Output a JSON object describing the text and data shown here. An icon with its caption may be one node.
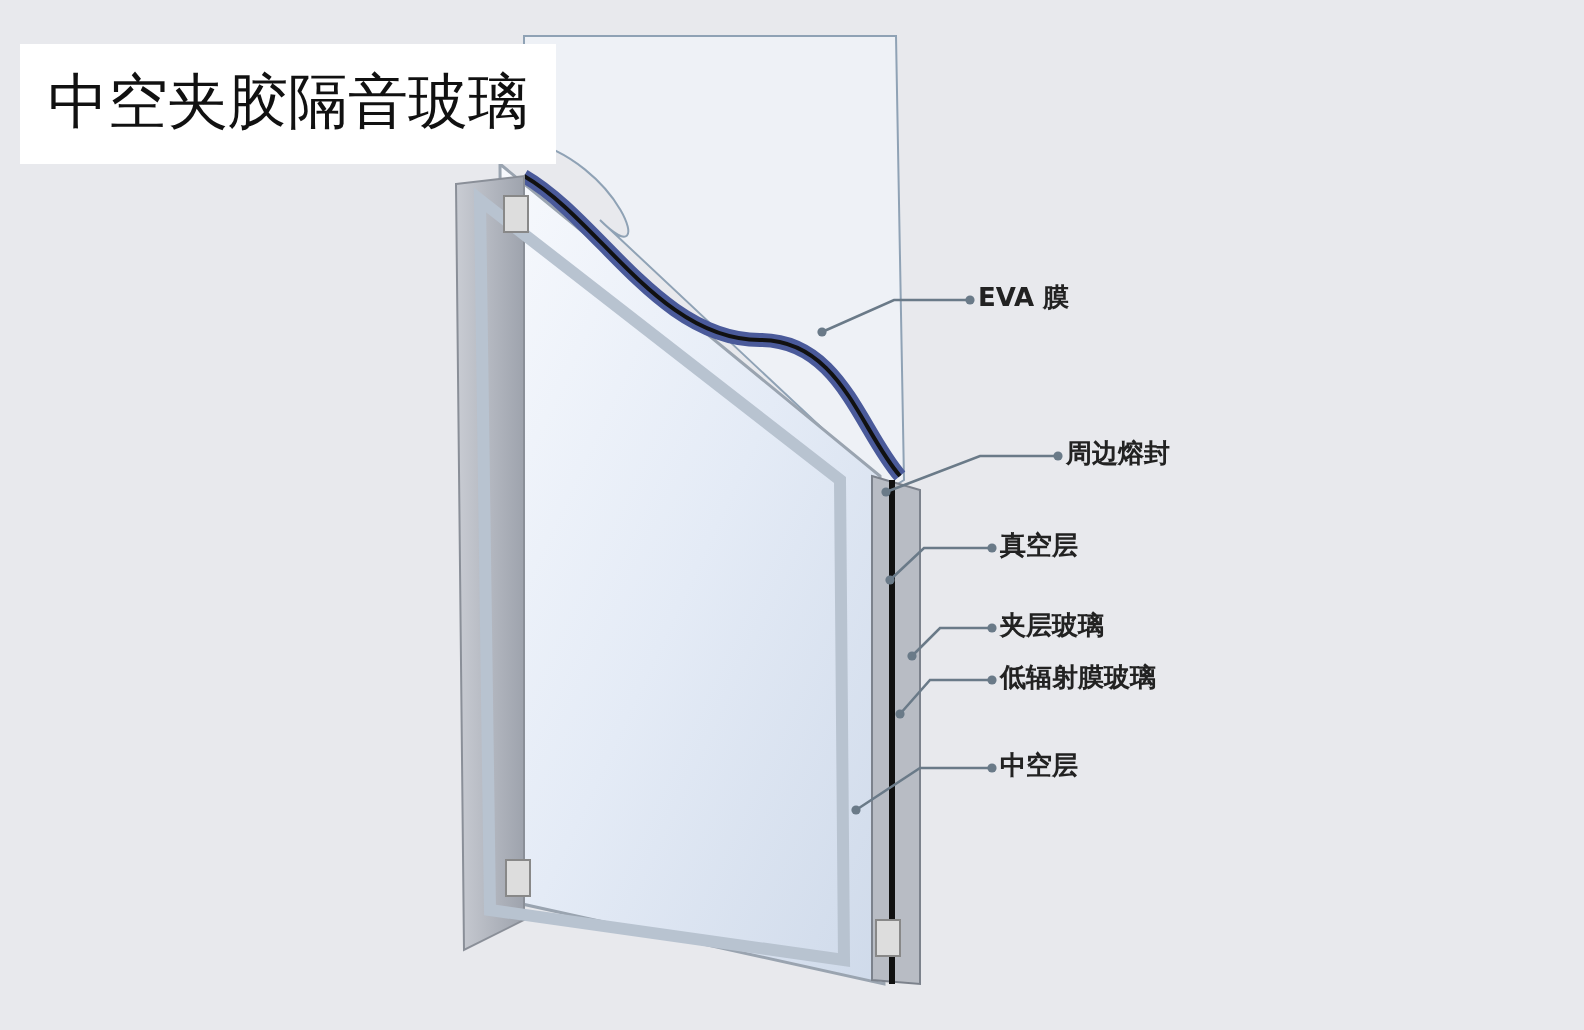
{
  "diagram": {
    "title": "中空夹胶隔音玻璃",
    "nodes": [
      {
        "text": [
          "EVA 膜"
        ]
      },
      {
        "text": [
          "周边熔封"
        ]
      },
      {
        "text": [
          "真空层"
        ]
      },
      {
        "text": [
          "夹层玻璃"
        ]
      },
      {
        "text": [
          "低辐射膜玻璃"
        ]
      },
      {
        "text": [
          "中空层"
        ]
      }
    ],
    "edges": [
      {
        "from": 0,
        "to": null,
        "arrow": "other"
      },
      {
        "from": 1,
        "to": null,
        "arrow": "other"
      },
      {
        "from": 2,
        "to": null,
        "arrow": "other"
      },
      {
        "from": 3,
        "to": null,
        "arrow": "other"
      },
      {
        "from": 4,
        "to": null,
        "arrow": "other"
      },
      {
        "from": 5,
        "to": null,
        "arrow": "other"
      }
    ]
  }
}
